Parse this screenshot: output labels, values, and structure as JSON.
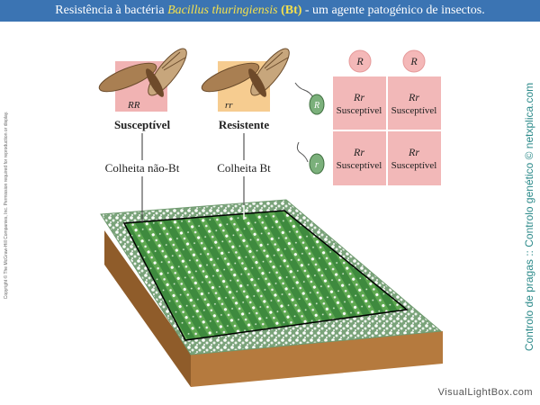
{
  "header": {
    "prefix": "Resistência à bactéria ",
    "species": "Bacillus thuringiensis",
    "bt": "(Bt)",
    "suffix": " - um agente patogénico de insectos."
  },
  "insects": [
    {
      "genotype": "RR",
      "label": "Susceptível",
      "field": "Colheita não-Bt"
    },
    {
      "genotype": "rr",
      "label": "Resistente",
      "field": "Colheita Bt"
    }
  ],
  "punnett": {
    "columns": [
      "R",
      "R"
    ],
    "rows": [
      "R",
      "r"
    ],
    "cells": [
      {
        "genotype": "Rr",
        "phenotype": "Susceptível"
      },
      {
        "genotype": "Rr",
        "phenotype": "Susceptível"
      },
      {
        "genotype": "Rr",
        "phenotype": "Susceptível"
      },
      {
        "genotype": "Rr",
        "phenotype": "Susceptível"
      }
    ]
  },
  "side_text": {
    "copyright": "Copyright © The McGraw-Hill Companies, Inc. Permission required for reproduction or display.",
    "brand": "Controlo de pragas :: Controlo genético © netxplica.com"
  },
  "watermark": "VisualLightBox.com",
  "colors": {
    "title_bg": "#3b74b3",
    "title_highlight": "#f4e04d",
    "susceptible_box": "#f1b3b3",
    "resistant_box": "#f6cc90",
    "punnett_cell": "#f2b8b8",
    "brand_text": "#2c8a8a"
  }
}
